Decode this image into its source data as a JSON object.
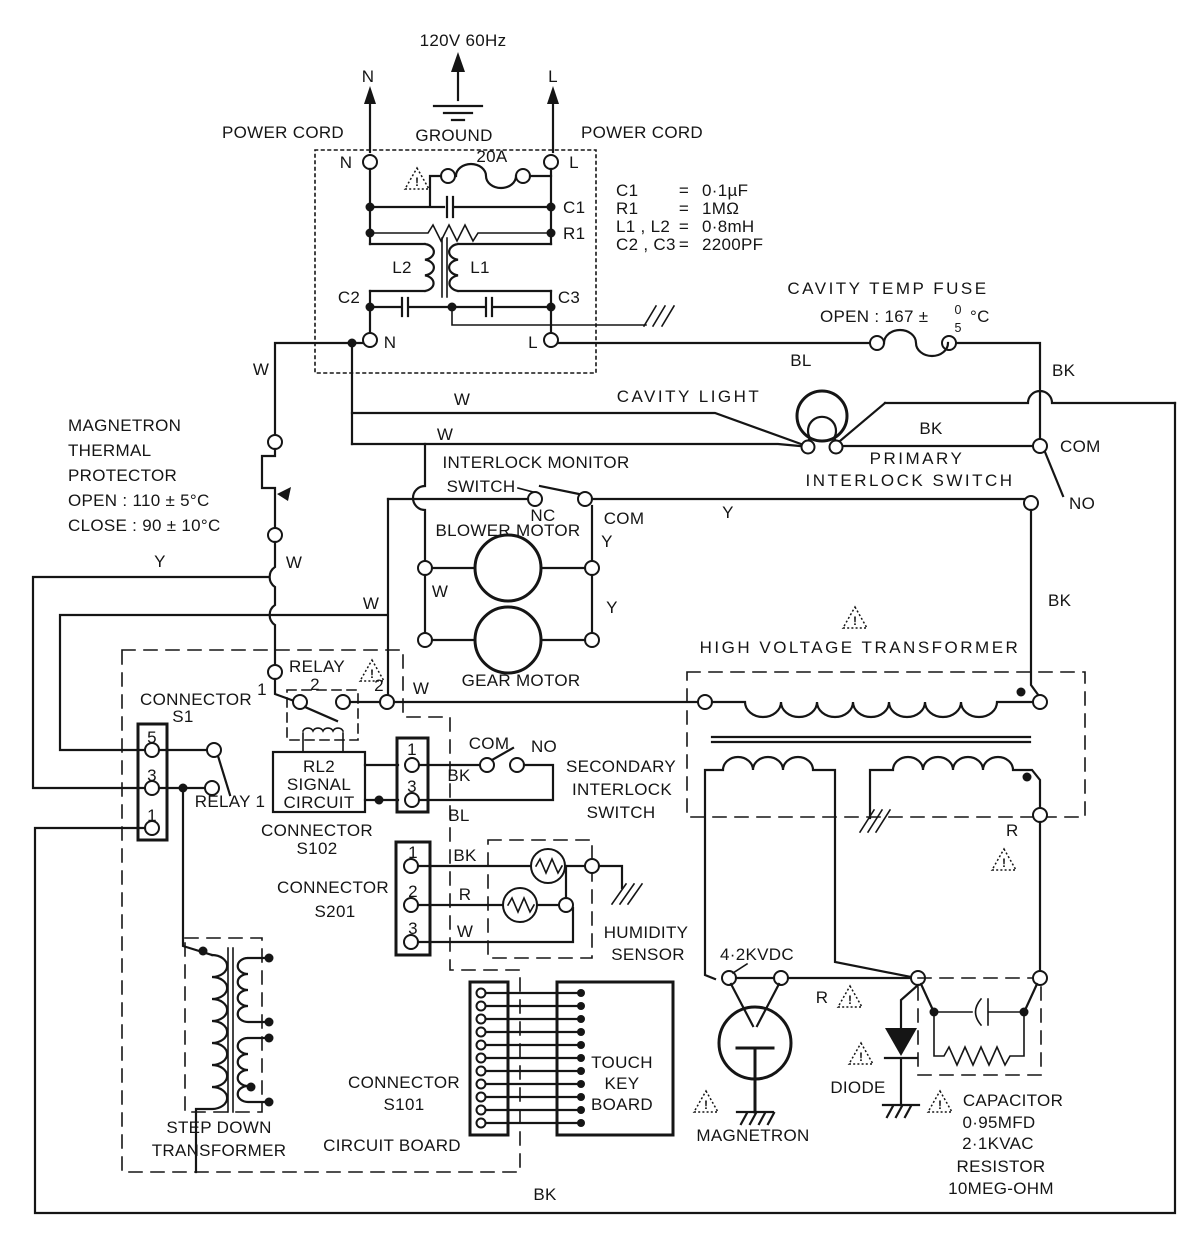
{
  "colors": {
    "ink": "#151515",
    "bg": "#ffffff"
  },
  "power": {
    "voltage": "120V 60Hz",
    "ground": "GROUND",
    "cord_left": "POWER CORD",
    "cord_right": "POWER CORD",
    "n": "N",
    "l": "L"
  },
  "filter": {
    "n_in": "N",
    "l_in": "L",
    "n_out": "N",
    "l_out": "L",
    "fuse": "20A",
    "c1": "C1",
    "r1": "R1",
    "l1": "L1",
    "l2": "L2",
    "c2": "C2",
    "c3": "C3",
    "values": [
      [
        "C1",
        "=",
        "0·1µF"
      ],
      [
        "R1",
        "=",
        "1MΩ"
      ],
      [
        "L1 , L2",
        "=",
        "0·8mH"
      ],
      [
        "C2 , C3",
        "=",
        "2200PF"
      ]
    ]
  },
  "thermal": {
    "l1": "MAGNETRON",
    "l2": "THERMAL",
    "l3": "PROTECTOR",
    "l4": "OPEN  : 110 ± 5°C",
    "l5": "CLOSE : 90 ± 10°C"
  },
  "cavity_fuse": {
    "title": "CAVITY TEMP FUSE",
    "open": "OPEN : 167 ±",
    "num": "0",
    "den": "5",
    "unit": "°C"
  },
  "cavity_light": {
    "title": "CAVITY LIGHT"
  },
  "primary_interlock": {
    "l1": "PRIMARY",
    "l2": "INTERLOCK SWITCH",
    "com": "COM",
    "no": "NO"
  },
  "monitor": {
    "l1": "INTERLOCK MONITOR",
    "l2": "SWITCH",
    "nc": "NC",
    "com": "COM"
  },
  "motors": {
    "blower": "BLOWER MOTOR",
    "gear": "GEAR MOTOR"
  },
  "hv": {
    "title": "HIGH VOLTAGE TRANSFORMER"
  },
  "relay2": {
    "name": "RELAY",
    "num": "2",
    "t1": "1",
    "t2": "2"
  },
  "s1": {
    "l1": "CONNECTOR",
    "l2": "S1",
    "p1": "5",
    "p2": "3",
    "p3": "1"
  },
  "relay1": {
    "name": "RELAY 1"
  },
  "rl2": {
    "l1": "RL2",
    "l2": "SIGNAL",
    "l3": "CIRCUIT"
  },
  "s102": {
    "l1": "CONNECTOR",
    "l2": "S102",
    "p1": "1",
    "p2": "3"
  },
  "sec_interlock": {
    "l1": "SECONDARY",
    "l2": "INTERLOCK",
    "l3": "SWITCH",
    "com": "COM",
    "no": "NO"
  },
  "s201": {
    "l1": "CONNECTOR",
    "l2": "S201",
    "p1": "1",
    "p2": "2",
    "p3": "3"
  },
  "humidity": {
    "l1": "HUMIDITY",
    "l2": "SENSOR"
  },
  "magnetron": {
    "name": "MAGNETRON",
    "voltage": "4·2KVDC"
  },
  "diode": {
    "name": "DIODE"
  },
  "capacitor": {
    "l1": "CAPACITOR",
    "l2": "0·95MFD",
    "l3": "2·1KVAC"
  },
  "resistor": {
    "l1": "RESISTOR",
    "l2": "10MEG-OHM"
  },
  "stepdown": {
    "l1": "STEP DOWN",
    "l2": "TRANSFORMER"
  },
  "s101": {
    "l1": "CONNECTOR",
    "l2": "S101"
  },
  "board": {
    "label": "CIRCUIT BOARD"
  },
  "tkb": {
    "l1": "TOUCH",
    "l2": "KEY",
    "l3": "BOARD"
  },
  "wires": {
    "w": "W",
    "y": "Y",
    "bk": "BK",
    "bl": "BL",
    "r": "R"
  },
  "warning": {
    "mark": "!"
  }
}
